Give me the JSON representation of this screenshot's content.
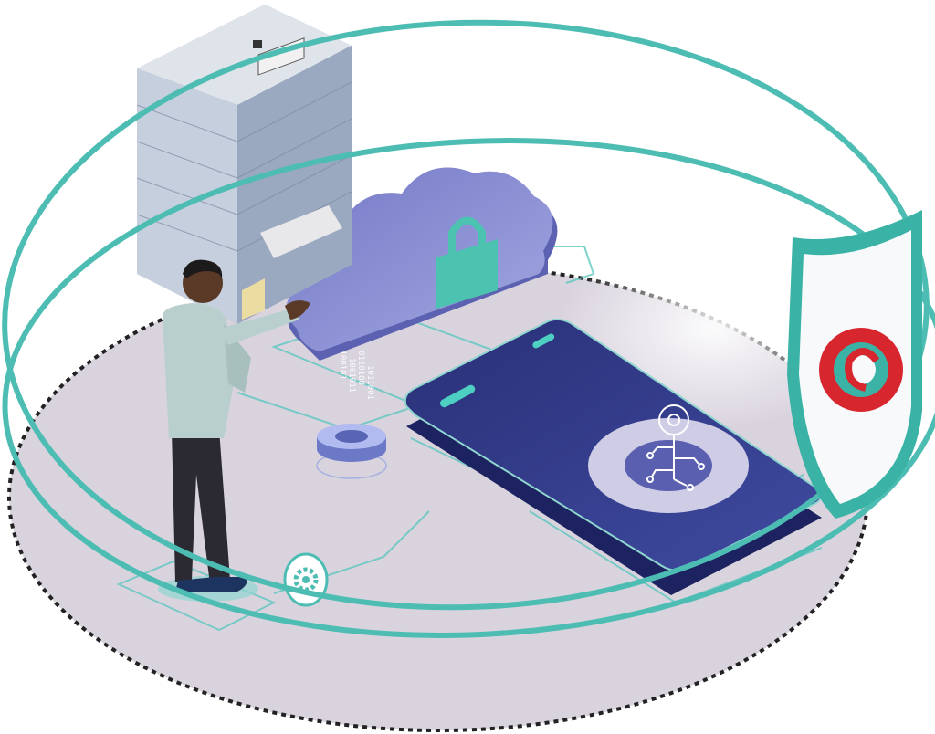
{
  "scene": {
    "binary_columns": [
      "0100101",
      "1001011",
      "0110100",
      "1011001"
    ],
    "colors": {
      "ring": "#4dbdb3",
      "platform": "#d9d3de",
      "cloud": "#8b8fd1",
      "lock": "#4cc2b0",
      "phone": "#2d3780",
      "shield_red": "#d8262f",
      "shield_teal": "#3ab3a6"
    },
    "icons": [
      "cloud-lock-icon",
      "digital-key-icon",
      "gear-icon",
      "shield-copyright-icon"
    ]
  }
}
